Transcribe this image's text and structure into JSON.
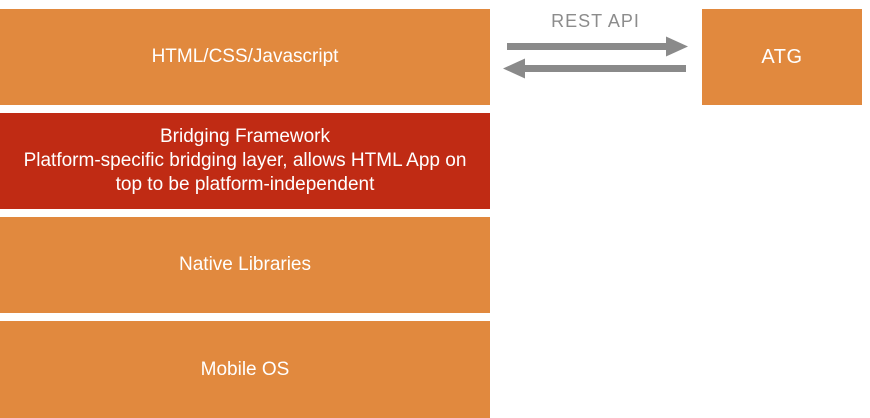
{
  "background_color": "#FFFFFF",
  "text_color": "#FFFFFF",
  "stack": {
    "layers": [
      {
        "label": "HTML/CSS/Javascript",
        "color": "#E1893E"
      },
      {
        "title": "Bridging Framework",
        "description": "Platform-specific bridging layer, allows HTML App on top to be platform-independent",
        "color": "#C02B14"
      },
      {
        "label": "Native Libraries",
        "color": "#E1893E"
      },
      {
        "label": "Mobile OS",
        "color": "#E1893E"
      }
    ]
  },
  "external_system": {
    "label": "ATG",
    "color": "#E1893E"
  },
  "connection": {
    "label": "REST API",
    "type": "bidirectional-arrows",
    "color": "#8A8A8A",
    "label_color": "#8C8C8C"
  }
}
